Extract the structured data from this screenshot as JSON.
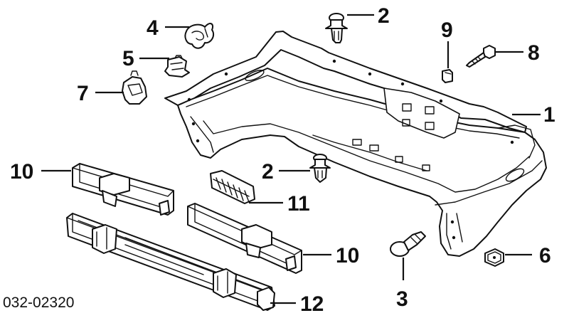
{
  "diagram": {
    "code": "032-02320",
    "callouts": {
      "c1": "1",
      "c2a": "2",
      "c2b": "2",
      "c3": "3",
      "c4": "4",
      "c5": "5",
      "c6": "6",
      "c7": "7",
      "c8": "8",
      "c9": "9",
      "c10a": "10",
      "c10b": "10",
      "c11": "11",
      "c12": "12"
    }
  }
}
